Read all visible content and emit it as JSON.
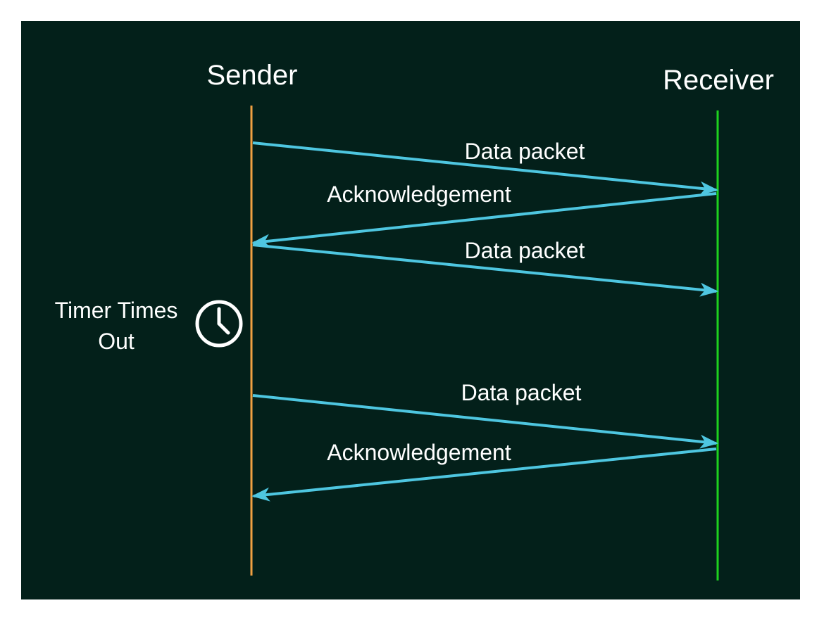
{
  "actors": {
    "sender": {
      "label": "Sender",
      "color": "#f0a142"
    },
    "receiver": {
      "label": "Receiver",
      "color": "#1ed21e"
    }
  },
  "arrow_color": "#4ec6e0",
  "background_color": "#03201a",
  "messages": [
    {
      "label": "Data packet",
      "direction": "sender-to-receiver"
    },
    {
      "label": "Acknowledgement",
      "direction": "receiver-to-sender"
    },
    {
      "label": "Data packet",
      "direction": "sender-to-receiver"
    },
    {
      "label": "Data packet",
      "direction": "sender-to-receiver"
    },
    {
      "label": "Acknowledgement",
      "direction": "receiver-to-sender"
    }
  ],
  "timer_note": {
    "line1": "Timer Times",
    "line2": "Out",
    "icon": "clock-icon"
  }
}
